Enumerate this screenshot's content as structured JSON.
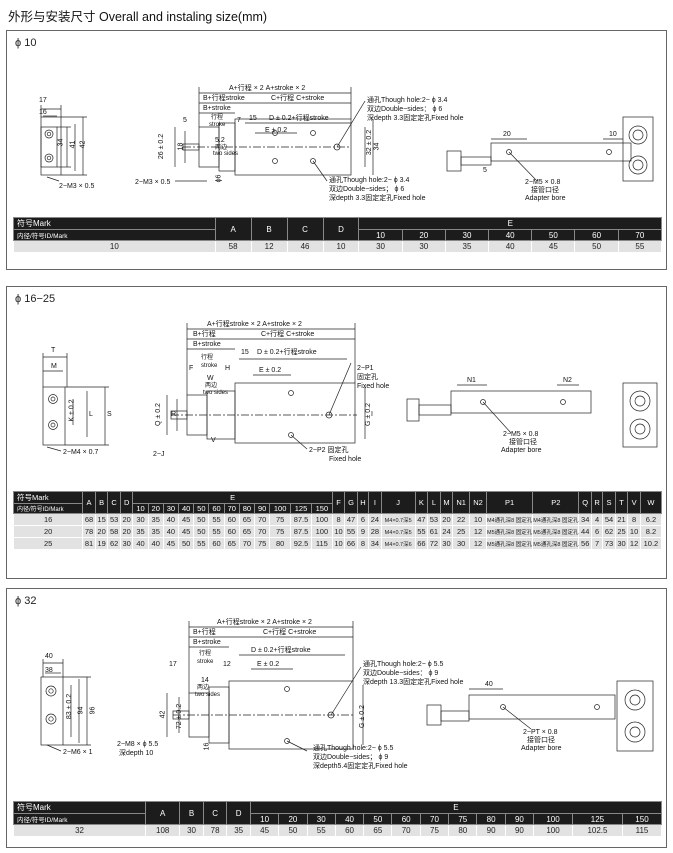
{
  "page": {
    "title": "外形与安装尺寸 Overall and instaling size(mm)"
  },
  "s1": {
    "label": "ϕ 10",
    "dims": {
      "d17": "17",
      "d16": "16",
      "d34": "34",
      "d41": "41",
      "d42": "42",
      "m3": "2−M3 × 0.5",
      "a": "A+行程 × 2 A+stroke × 2",
      "b": "B+行程stroke",
      "c": "C+行程 C+stroke",
      "bs": "B+stroke",
      "d5": "5",
      "xc": "行程",
      "xs": "stroke",
      "d7": "7",
      "d15": "15",
      "d": "D ± 0.2+行程stroke",
      "e": "E ± 0.2",
      "d52": "5.2",
      "lb": "两边",
      "ts": "two sides",
      "d26": "26 ± 0.2",
      "d18": "18",
      "d6": "ϕ6",
      "th1": "通孔Though hole:2− ϕ 3.4",
      "dbl1": "双边Double−sides： ϕ 6",
      "dep1": "深depth 3.3固定定孔Fixed hole",
      "th2": "通孔Though hole:2− ϕ 3.4",
      "dbl2": "双边Double−sides； ϕ 6",
      "dep2": "深depth 3.3固定定孔Fixed hole",
      "d32": "32 ± 0.2",
      "d34b": "34",
      "d20": "20",
      "d10": "10",
      "d5b": "5",
      "m5": "2−M5 × 0.8",
      "jg": "接管口径",
      "ab": "Adapter bore"
    },
    "table": {
      "h_mark": "符号Mark",
      "h_id": "内径/符号ID/Mark",
      "h": [
        "A",
        "B",
        "C",
        "D"
      ],
      "h_e": "E",
      "e": [
        "10",
        "20",
        "30",
        "40",
        "50",
        "60",
        "70"
      ],
      "row": [
        "10",
        "58",
        "12",
        "46",
        "10",
        "30",
        "30",
        "35",
        "40",
        "45",
        "50",
        "55"
      ]
    }
  },
  "s2": {
    "label": "ϕ 16−25",
    "dims": {
      "t": "T",
      "m": "M",
      "k": "K ± 0.2",
      "l": "L",
      "s": "S",
      "m4": "2−M4 × 0.7",
      "a": "A+行程stroke × 2 A+stroke × 2",
      "b": "B+行程",
      "bs": "B+stroke",
      "c": "C+行程 C+stroke",
      "d15": "15",
      "d": "D ± 0.2+行程stroke",
      "xc": "行程",
      "xs": "stroke",
      "f": "F",
      "h": "H",
      "e": "E ± 0.2",
      "w": "W",
      "lb": "两边",
      "ts": "two sides",
      "p1": "2−P1",
      "p1c": "固定孔",
      "p1e": "Fixed hole",
      "q": "Q ± 0.2",
      "r": "R",
      "g": "G ± 0.2",
      "i": "I",
      "v": "V",
      "j": "2−J",
      "p2": "2−P2 固定孔",
      "p2e": "Fixed hole",
      "n1": "N1",
      "n2": "N2",
      "m5": "2−M5 × 0.8",
      "jg": "接管口径",
      "ab": "Adapter bore"
    },
    "table": {
      "h_mark": "符号Mark",
      "h_id": "内径/符号ID/Mark",
      "h1": [
        "A",
        "B",
        "C",
        "D"
      ],
      "h_e": "E",
      "e": [
        "10",
        "20",
        "30",
        "40",
        "50",
        "60",
        "70",
        "80",
        "90",
        "100",
        "125",
        "150"
      ],
      "h2": [
        "F",
        "G",
        "H",
        "I",
        "J",
        "K",
        "L",
        "M",
        "N1",
        "N2",
        "P1",
        "P2",
        "Q",
        "R",
        "S",
        "T",
        "V",
        "W"
      ],
      "rows": [
        [
          "16",
          "68",
          "15",
          "53",
          "20",
          "30",
          "35",
          "40",
          "45",
          "50",
          "55",
          "60",
          "65",
          "70",
          "75",
          "87.5",
          "100",
          "8",
          "47",
          "6",
          "24",
          "M4×0.7深5",
          "47",
          "53",
          "20",
          "22",
          "10",
          "M4通孔深8 固定孔",
          "M4通孔深8 固定孔",
          "34",
          "4",
          "54",
          "21",
          "8",
          "6.2"
        ],
        [
          "20",
          "78",
          "20",
          "58",
          "20",
          "35",
          "35",
          "40",
          "45",
          "50",
          "55",
          "60",
          "65",
          "70",
          "75",
          "87.5",
          "100",
          "10",
          "55",
          "9",
          "28",
          "M4×0.7深5",
          "55",
          "61",
          "24",
          "25",
          "12",
          "M5通孔深8 固定孔",
          "M5通孔深8 固定孔",
          "44",
          "6",
          "62",
          "25",
          "10",
          "8.2"
        ],
        [
          "25",
          "81",
          "19",
          "62",
          "30",
          "40",
          "40",
          "45",
          "50",
          "55",
          "60",
          "65",
          "70",
          "75",
          "80",
          "92.5",
          "115",
          "10",
          "66",
          "8",
          "34",
          "M4×0.7深6",
          "66",
          "72",
          "30",
          "30",
          "12",
          "M5通孔深8 固定孔",
          "M5通孔深8 固定孔",
          "56",
          "7",
          "73",
          "30",
          "12",
          "10.2"
        ]
      ]
    }
  },
  "s3": {
    "label": "ϕ 32",
    "dims": {
      "d40": "40",
      "d38": "38",
      "d83": "83 ± 0.2",
      "d94": "94",
      "d96": "96",
      "m6": "2−M6 × 1",
      "a": "A+行程stroke × 2 A+stroke × 2",
      "b": "B+行程",
      "bs": "B+stroke",
      "c": "C+行程 C+stroke",
      "d17": "17",
      "xc": "行程",
      "xs": "stroke",
      "d12": "12",
      "d": "D ± 0.2+行程stroke",
      "e": "E ± 0.2",
      "d14": "14",
      "lb": "两边",
      "ts": "two sides",
      "d42": "42",
      "d72": "72 ± 0.2",
      "th1": "通孔Though hole:2− ϕ 5.5",
      "dbl1": "双边Double−sides： ϕ 9",
      "dep1": "深depth 13.3固定定孔Fixed hole",
      "g": "G ± 0.2",
      "m8": "2−M8 × ϕ 5.5",
      "d10": "深depth 10",
      "d16": "16",
      "th2": "通孔Though hole:2− ϕ 5.5",
      "dbl2": "双边Double−sides； ϕ 9",
      "dep2": "深depth5.4固定定孔Fixed hole",
      "d40b": "40",
      "pt": "2−PT × 0.8",
      "jg": "接管口径",
      "ab": "Adapter bore"
    },
    "table": {
      "h_mark": "符号Mark",
      "h_id": "内径/符号ID/Mark",
      "h": [
        "A",
        "B",
        "C",
        "D"
      ],
      "h_e": "E",
      "e": [
        "10",
        "20",
        "30",
        "40",
        "50",
        "60",
        "70",
        "75",
        "80",
        "90",
        "100",
        "125",
        "150"
      ],
      "row": [
        "32",
        "108",
        "30",
        "78",
        "35",
        "45",
        "50",
        "55",
        "60",
        "65",
        "70",
        "75",
        "80",
        "90",
        "90",
        "100",
        "102.5",
        "115"
      ]
    }
  }
}
